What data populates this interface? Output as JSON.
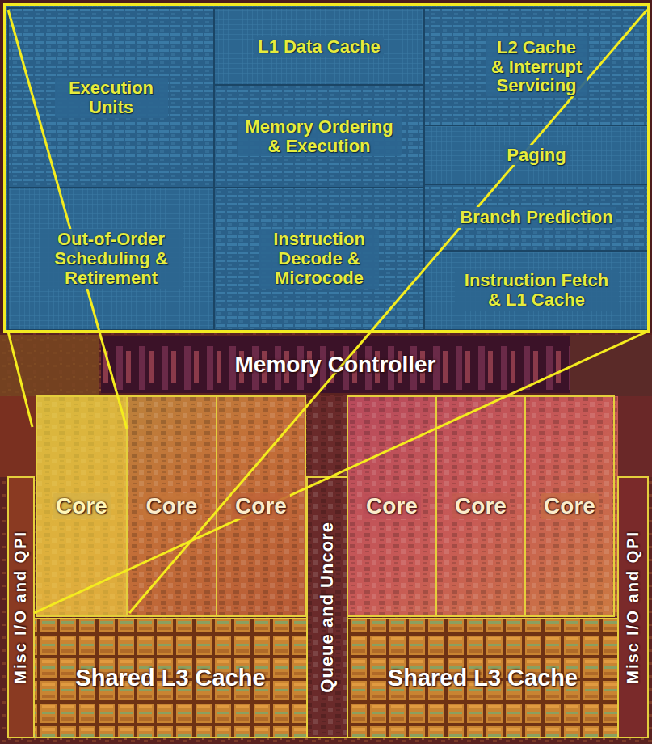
{
  "diagram": {
    "nodes": [
      {
        "text": [
          "Execution Units"
        ]
      },
      {
        "text": [
          "L1 Data Cache"
        ]
      },
      {
        "text": [
          "L2 Cache & Interrupt Servicing"
        ]
      },
      {
        "text": [
          "Memory Ordering & Execution"
        ]
      },
      {
        "text": [
          "Paging"
        ]
      },
      {
        "text": [
          "Branch Prediction"
        ]
      },
      {
        "text": [
          "Out-of-Order Scheduling & Retirement"
        ]
      },
      {
        "text": [
          "Instruction Decode & Microcode"
        ]
      },
      {
        "text": [
          "Instruction Fetch & L1 Cache"
        ]
      },
      {
        "text": [
          "Memory Controller"
        ]
      },
      {
        "text": [
          "Misc I/O and QPI"
        ]
      },
      {
        "text": [
          "Core"
        ]
      },
      {
        "text": [
          "Core"
        ]
      },
      {
        "text": [
          "Core"
        ]
      },
      {
        "text": [
          "Queue and Uncore"
        ]
      },
      {
        "text": [
          "Core"
        ]
      },
      {
        "text": [
          "Core"
        ]
      },
      {
        "text": [
          "Core"
        ]
      },
      {
        "text": [
          "Misc I/O and QPI"
        ]
      },
      {
        "text": [
          "Shared L3 Cache"
        ]
      },
      {
        "text": [
          "Shared L3 Cache"
        ]
      }
    ]
  }
}
